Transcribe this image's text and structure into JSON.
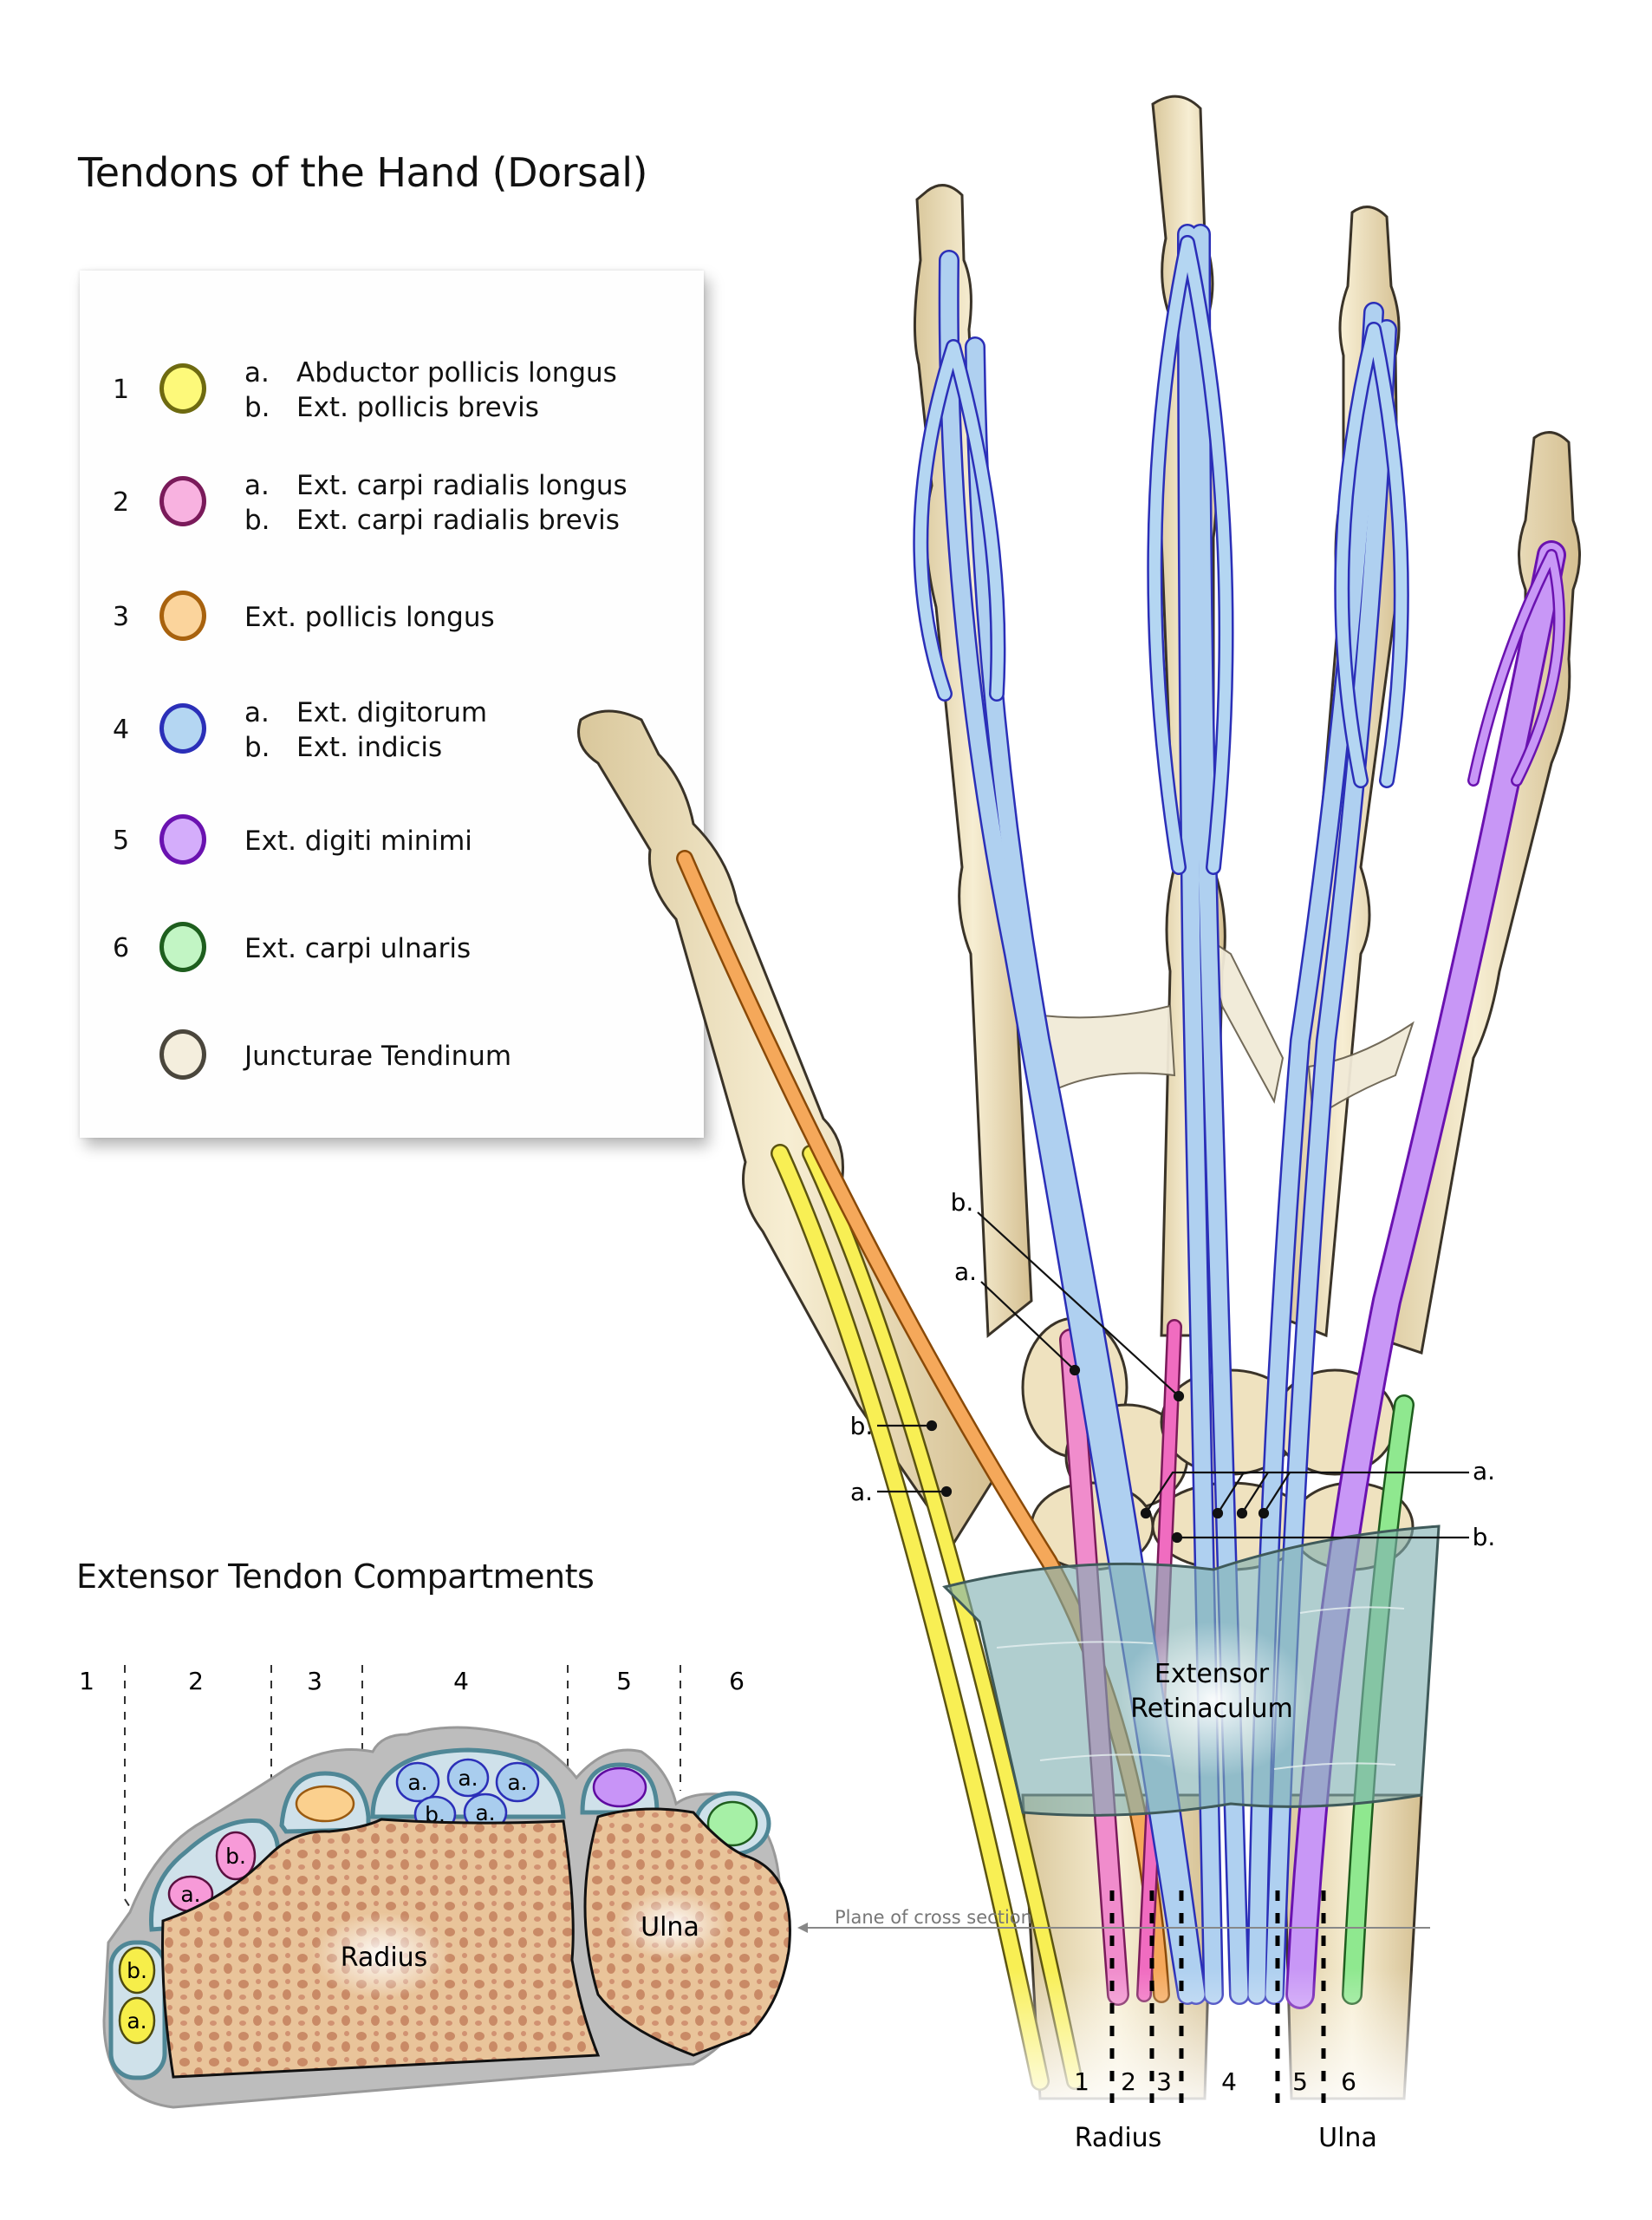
{
  "title": "Tendons of the Hand (Dorsal)",
  "legend": {
    "items": [
      {
        "number": "1",
        "color_fill": "#fdf97a",
        "color_stroke": "#6e6a10",
        "lines": [
          {
            "letter": "a.",
            "text": "Abductor pollicis longus"
          },
          {
            "letter": "b.",
            "text": "Ext. pollicis brevis"
          }
        ]
      },
      {
        "number": "2",
        "color_fill": "#f8b2e0",
        "color_stroke": "#7a1a5a",
        "lines": [
          {
            "letter": "a.",
            "text": "Ext. carpi radialis longus"
          },
          {
            "letter": "b.",
            "text": "Ext. carpi radialis brevis"
          }
        ]
      },
      {
        "number": "3",
        "color_fill": "#fbd49c",
        "color_stroke": "#a8620e",
        "lines": [
          {
            "letter": "",
            "text": "Ext. pollicis longus"
          }
        ]
      },
      {
        "number": "4",
        "color_fill": "#b4d6f2",
        "color_stroke": "#2b2fb8",
        "lines": [
          {
            "letter": "a.",
            "text": "Ext. digitorum"
          },
          {
            "letter": "b.",
            "text": "Ext. indicis"
          }
        ]
      },
      {
        "number": "5",
        "color_fill": "#d4adfb",
        "color_stroke": "#6a12b0",
        "lines": [
          {
            "letter": "",
            "text": "Ext. digiti minimi"
          }
        ]
      },
      {
        "number": "6",
        "color_fill": "#c2f5c4",
        "color_stroke": "#1e5e1e",
        "lines": [
          {
            "letter": "",
            "text": "Ext. carpi ulnaris"
          }
        ]
      },
      {
        "number": "",
        "color_fill": "#f4eedd",
        "color_stroke": "#4a463c",
        "lines": [
          {
            "letter": "",
            "text": "Juncturae Tendinum"
          }
        ]
      }
    ]
  },
  "hand": {
    "callouts": {
      "upper_b": "b.",
      "upper_a": "a.",
      "left_b": "b.",
      "left_a": "a.",
      "right_a": "a.",
      "right_b": "b."
    },
    "retinaculum_label": [
      "Extensor",
      "Retinaculum"
    ],
    "plane_label": "Plane of cross section",
    "compartment_numbers": [
      "1",
      "2",
      "3",
      "4",
      "5",
      "6"
    ],
    "bone_labels": {
      "radius": "Radius",
      "ulna": "Ulna"
    }
  },
  "cross_section": {
    "title": "Extensor Tendon Compartments",
    "compartment_numbers": [
      "1",
      "2",
      "3",
      "4",
      "5",
      "6"
    ],
    "tendon_labels": {
      "c1": [
        "b.",
        "a."
      ],
      "c2": [
        "a.",
        "b."
      ],
      "c4": [
        "a.",
        "a.",
        "a.",
        "b.",
        "a."
      ]
    },
    "bone_labels": {
      "radius": "Radius",
      "ulna": "Ulna"
    }
  },
  "colors": {
    "bone": "#eedfb8",
    "bone_outline": "#3a3328",
    "retinaculum": "#86b4b4",
    "cancellous": "#e9c49a",
    "sheath": "#c6dbe6",
    "sheath_outline": "#4f8796",
    "fascia": "#b8b8b8"
  }
}
